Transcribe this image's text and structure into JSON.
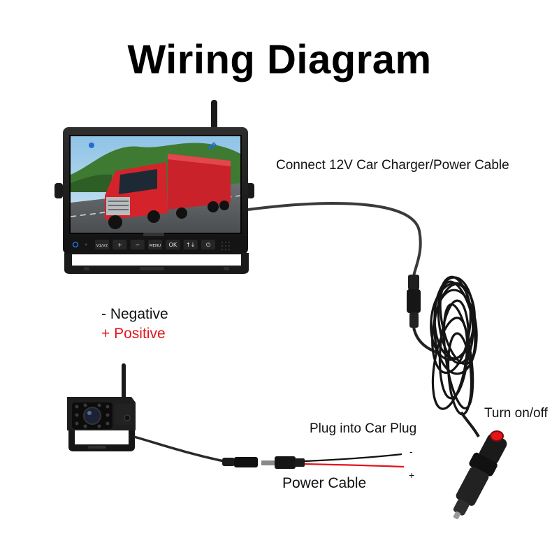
{
  "title": "Wiring Diagram",
  "labels": {
    "connect": "Connect 12V Car Charger/Power Cable",
    "negative": "- Negative",
    "positive": "+ Positive",
    "plug_into": "Plug into Car Plug",
    "power_cable": "Power Cable",
    "turn_on_off": "Turn on/off",
    "wire_minus": "-",
    "wire_plus": "+"
  },
  "monitor": {
    "buttons": [
      "V1/V2",
      "+",
      "−",
      "MENU",
      "OK",
      "↑↓",
      "⏻"
    ]
  },
  "colors": {
    "accent_red": "#e4141b",
    "cable": "#3a3a3a",
    "device_body": "#1b1b1b"
  }
}
